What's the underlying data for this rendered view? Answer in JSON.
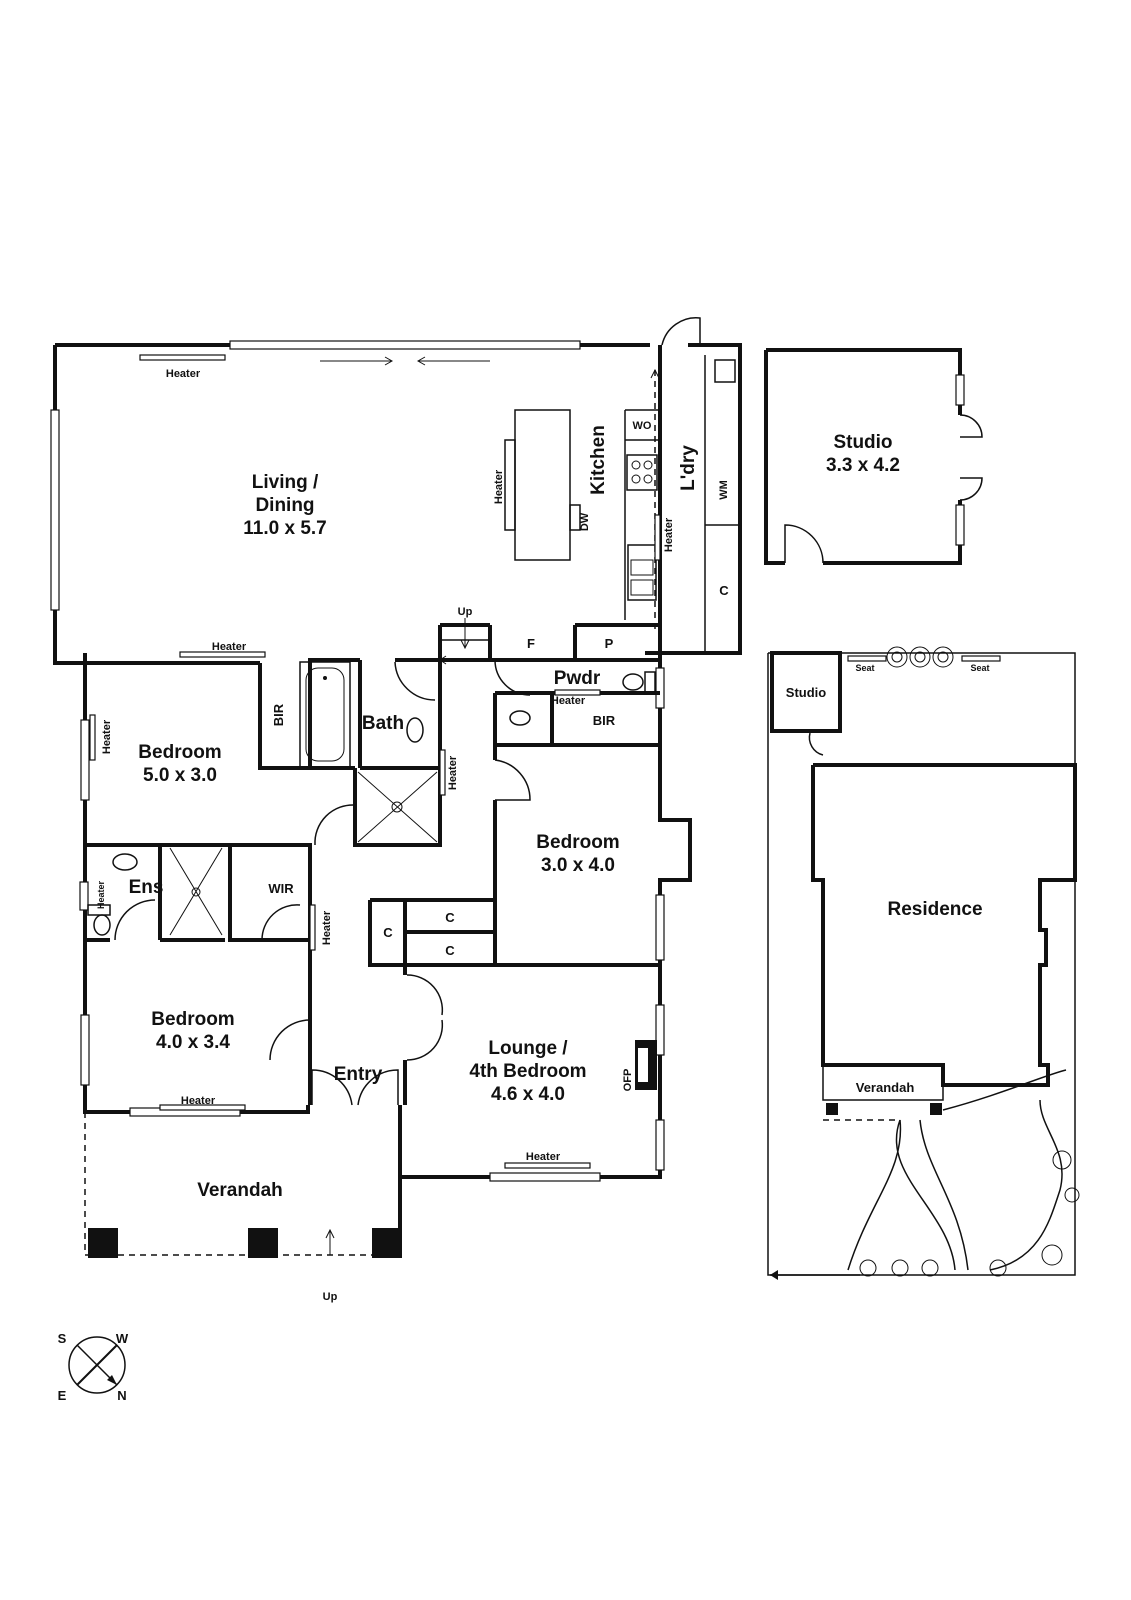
{
  "rooms": {
    "living": {
      "name": "Living /",
      "name2": "Dining",
      "size": "11.0 x 5.7"
    },
    "kitchen": {
      "name": "Kitchen"
    },
    "laundry": {
      "name": "L'dry"
    },
    "bed1": {
      "name": "Bedroom",
      "size": "5.0 x 3.0"
    },
    "bath": {
      "name": "Bath"
    },
    "powder": {
      "name": "Pwdr"
    },
    "bed2": {
      "name": "Bedroom",
      "size": "3.0 x 4.0"
    },
    "ensuite": {
      "name": "Ens"
    },
    "wir": {
      "name": "WIR"
    },
    "bed3": {
      "name": "Bedroom",
      "size": "4.0 x 3.4"
    },
    "entry": {
      "name": "Entry"
    },
    "lounge": {
      "name": "Lounge /",
      "name2": "4th Bedroom",
      "size": "4.6 x 4.0"
    },
    "verandah": {
      "name": "Verandah"
    },
    "studio": {
      "name": "Studio",
      "size": "3.3 x 4.2"
    }
  },
  "fixtures": {
    "heater": "Heater",
    "wo": "WO",
    "wm": "WM",
    "dw": "DW",
    "c": "C",
    "p": "P",
    "f": "F",
    "bir": "BIR",
    "ofp": "OFP",
    "up": "Up"
  },
  "site": {
    "studio": "Studio",
    "residence": "Residence",
    "verandah": "Verandah",
    "seat": "Seat"
  },
  "compass": {
    "s": "S",
    "w": "W",
    "e": "E",
    "n": "N"
  }
}
